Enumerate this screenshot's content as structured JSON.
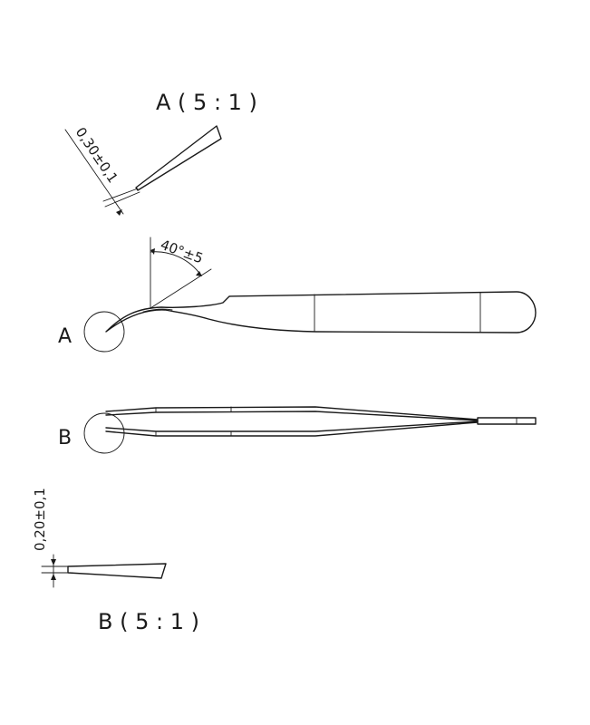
{
  "detail_a": {
    "title": "A ( 5 : 1 )",
    "dimension": "0,30±0,1"
  },
  "view_a": {
    "label": "A",
    "angle": "40°±5"
  },
  "view_b": {
    "label": "B"
  },
  "detail_b": {
    "title": "B ( 5 : 1 )",
    "dimension": "0,20±0,1"
  },
  "colors": {
    "line": "#1a1a1a",
    "background": "#ffffff"
  }
}
